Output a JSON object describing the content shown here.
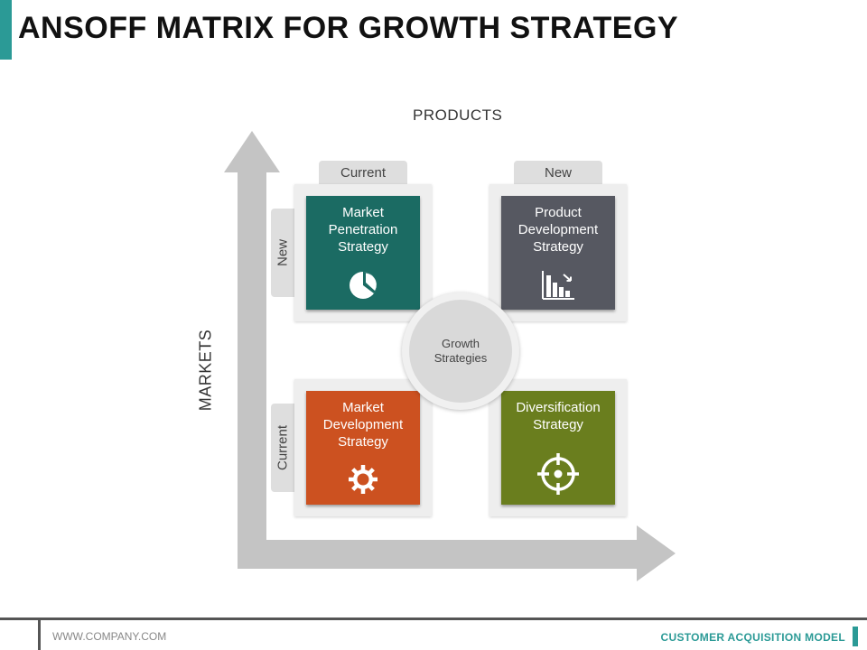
{
  "title": "ANSOFF MATRIX FOR GROWTH STRATEGY",
  "axes": {
    "x_label": "PRODUCTS",
    "y_label": "MARKETS",
    "columns": [
      "Current",
      "New"
    ],
    "rows": [
      "New",
      "Current"
    ]
  },
  "center": {
    "label": "Growth Strategies"
  },
  "quadrants": [
    {
      "label": "Market Penetration Strategy",
      "color": "#1b6b63",
      "icon": "pie-chart-icon"
    },
    {
      "label": "Product Development Strategy",
      "color": "#565861",
      "icon": "bar-chart-down-icon"
    },
    {
      "label": "Market Development Strategy",
      "color": "#cc5120",
      "icon": "gear-icon"
    },
    {
      "label": "Diversification Strategy",
      "color": "#6a7e1e",
      "icon": "crosshair-icon"
    }
  ],
  "colors": {
    "accent": "#2b9a96",
    "arrow": "#c4c4c4"
  },
  "footer": {
    "url": "WWW.COMPANY.COM",
    "tagline": "CUSTOMER ACQUISITION MODEL"
  }
}
